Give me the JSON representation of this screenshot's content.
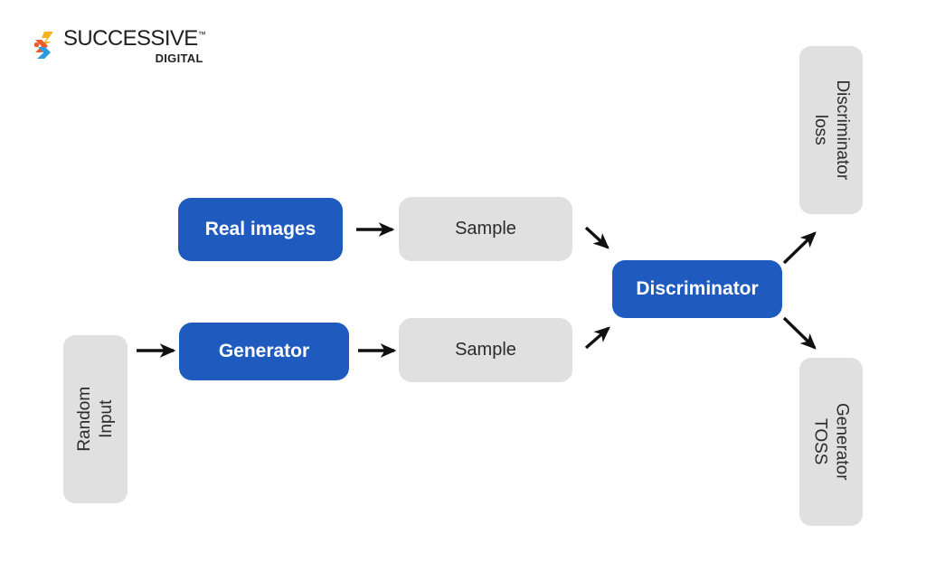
{
  "logo": {
    "name": "SUCCESSIVE",
    "trademark": "™",
    "subtitle": "DIGITAL",
    "mark_icon": "successive-chevron-mark",
    "colors": {
      "yellow": "#f5b320",
      "orange": "#f05a28",
      "blue": "#2d9cdb",
      "text": "#231f20"
    }
  },
  "diagram": {
    "type": "gan-architecture-flow",
    "colors": {
      "blue": "#1f5bbf",
      "gray": "#e0e0e0",
      "blue_text": "#ffffff",
      "gray_text": "#2b2b2b",
      "arrow": "#111111",
      "background": "#ffffff"
    },
    "nodes": [
      {
        "id": "random-input",
        "label": "Random\nInput",
        "style": "gray",
        "orientation": "vertical-ccw"
      },
      {
        "id": "generator",
        "label": "Generator",
        "style": "blue",
        "orientation": "horizontal"
      },
      {
        "id": "real-images",
        "label": "Real images",
        "style": "blue",
        "orientation": "horizontal"
      },
      {
        "id": "sample-real",
        "label": "Sample",
        "style": "gray",
        "orientation": "horizontal"
      },
      {
        "id": "sample-fake",
        "label": "Sample",
        "style": "gray",
        "orientation": "horizontal"
      },
      {
        "id": "discriminator",
        "label": "Discriminator",
        "style": "blue",
        "orientation": "horizontal"
      },
      {
        "id": "discriminator-loss",
        "label": "Discriminator\nloss",
        "style": "gray",
        "orientation": "vertical-cw"
      },
      {
        "id": "generator-loss",
        "label": "Generator\nTOSS",
        "style": "gray",
        "orientation": "vertical-cw"
      }
    ],
    "node_labels": {
      "random_input_line1": "Random",
      "random_input_line2": "Input",
      "generator": "Generator",
      "real_images": "Real images",
      "sample_real": "Sample",
      "sample_fake": "Sample",
      "discriminator": "Discriminator",
      "discriminator_loss_line1": "Discriminator",
      "discriminator_loss_line2": "loss",
      "generator_loss_line1": "Generator",
      "generator_loss_line2": "TOSS"
    },
    "edges": [
      {
        "id": "e1",
        "from": "random-input",
        "to": "generator",
        "direction": "right"
      },
      {
        "id": "e2",
        "from": "generator",
        "to": "sample-fake",
        "direction": "right"
      },
      {
        "id": "e3",
        "from": "real-images",
        "to": "sample-real",
        "direction": "right"
      },
      {
        "id": "e4",
        "from": "sample-real",
        "to": "discriminator",
        "direction": "down-right"
      },
      {
        "id": "e5",
        "from": "sample-fake",
        "to": "discriminator",
        "direction": "up-right"
      },
      {
        "id": "e6",
        "from": "discriminator",
        "to": "discriminator-loss",
        "direction": "up-right"
      },
      {
        "id": "e7",
        "from": "discriminator",
        "to": "generator-loss",
        "direction": "down-right"
      }
    ]
  }
}
